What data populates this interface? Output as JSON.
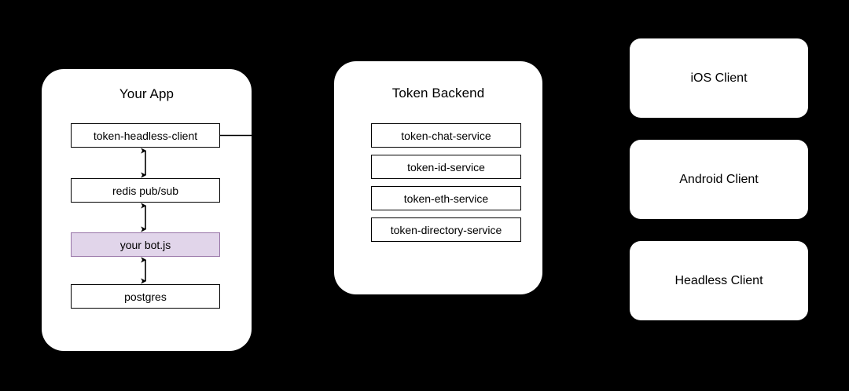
{
  "diagram": {
    "background_color": "#000000",
    "card_color": "#ffffff",
    "stroke_color": "#000000",
    "accent_fill": "#e1d5ea",
    "accent_stroke": "#9673a6"
  },
  "groups": [
    {
      "id": "your-app",
      "title": "Your App",
      "nodes": [
        {
          "id": "token-headless-client",
          "label": "token-headless-client",
          "accent": false
        },
        {
          "id": "redis-pub-sub",
          "label": "redis pub/sub",
          "accent": false
        },
        {
          "id": "your-bot-js",
          "label": "your bot.js",
          "accent": true
        },
        {
          "id": "postgres",
          "label": "postgres",
          "accent": false
        }
      ]
    },
    {
      "id": "token-backend",
      "title": "Token Backend",
      "nodes": [
        {
          "id": "token-chat-service",
          "label": "token-chat-service",
          "accent": false
        },
        {
          "id": "token-id-service",
          "label": "token-id-service",
          "accent": false
        },
        {
          "id": "token-eth-service",
          "label": "token-eth-service",
          "accent": false
        },
        {
          "id": "token-directory-service",
          "label": "token-directory-service",
          "accent": false
        }
      ]
    }
  ],
  "clients": [
    {
      "id": "ios-client",
      "label": "iOS Client"
    },
    {
      "id": "android-client",
      "label": "Android Client"
    },
    {
      "id": "headless-client",
      "label": "Headless Client"
    }
  ]
}
